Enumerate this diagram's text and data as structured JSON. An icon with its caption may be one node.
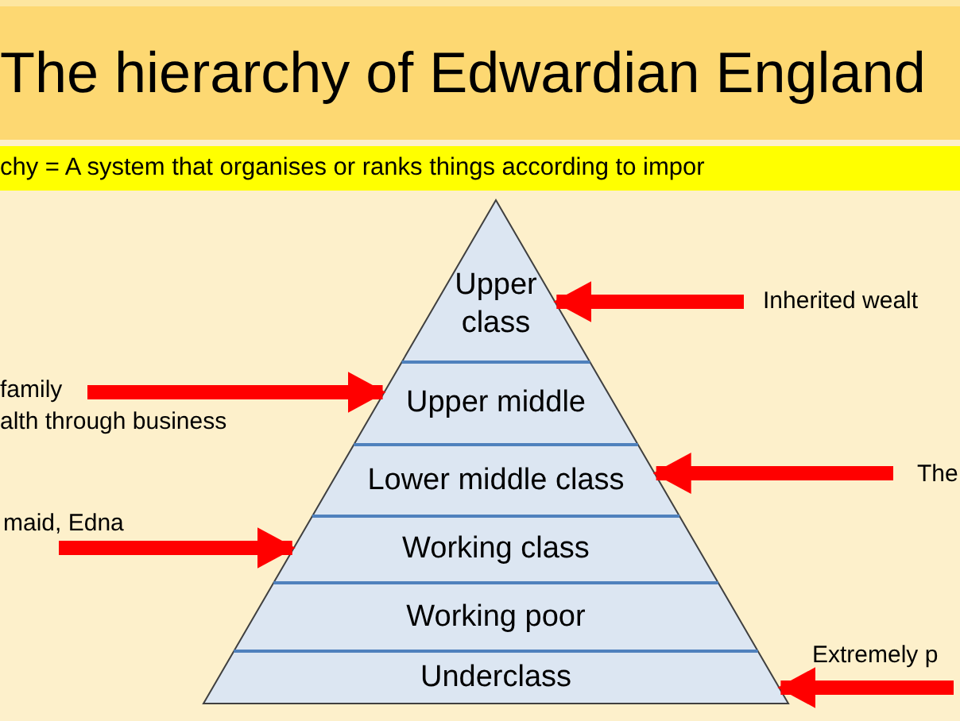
{
  "diagram": {
    "title": "The hierarchy of Edwardian England",
    "nodes": [
      {
        "text": [
          "Upper class"
        ]
      },
      {
        "text": [
          "Upper middle"
        ]
      },
      {
        "text": [
          "Lower middle class"
        ]
      },
      {
        "text": [
          "Working class"
        ]
      },
      {
        "text": [
          "Working poor"
        ]
      },
      {
        "text": [
          "Underclass"
        ]
      },
      {
        "text": [
          "Inherited wealt"
        ]
      },
      {
        "text": [
          "family",
          "alth through business"
        ]
      },
      {
        "text": [
          "The"
        ]
      },
      {
        "text": [
          "maid, Edna"
        ]
      },
      {
        "text": [
          "Extremely p"
        ]
      }
    ],
    "edges": [
      {
        "from": 6,
        "to": 0,
        "arrow": "to"
      },
      {
        "from": 7,
        "to": 1,
        "arrow": "to"
      },
      {
        "from": 8,
        "to": 2,
        "arrow": "to"
      },
      {
        "from": 9,
        "to": 3,
        "arrow": "to"
      },
      {
        "from": 10,
        "to": 5,
        "arrow": "to"
      }
    ],
    "labels": [
      "chy = A system that organises or ranks things according to impor"
    ]
  }
}
